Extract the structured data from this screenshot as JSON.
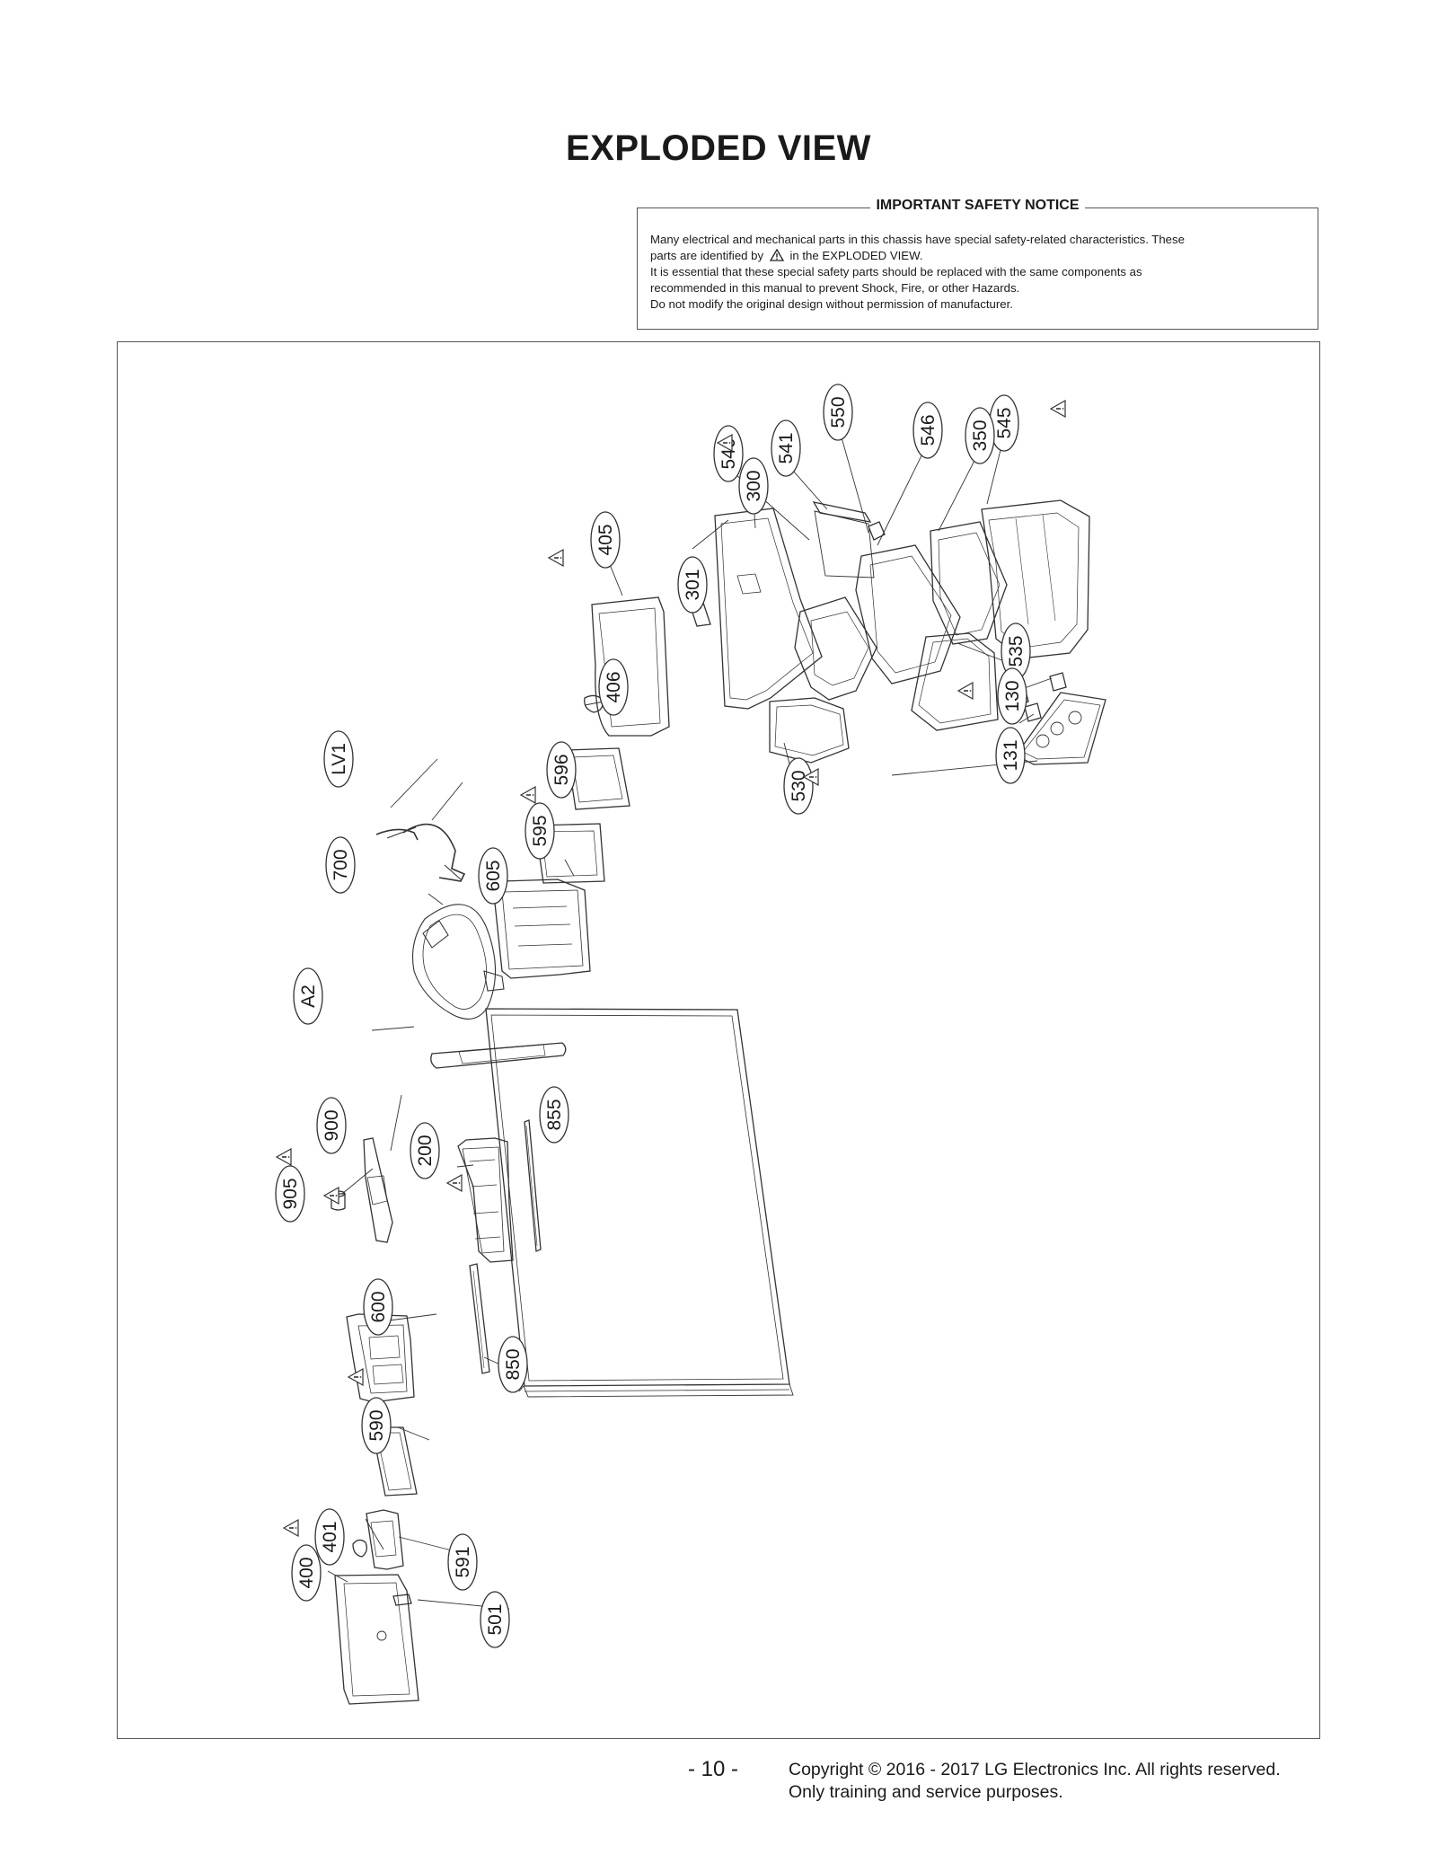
{
  "title": "EXPLODED VIEW",
  "notice": {
    "heading": "IMPORTANT SAFETY NOTICE",
    "line1": "Many electrical and mechanical parts in this chassis have special safety-related characteristics. These",
    "line2_pre": "parts are identified by",
    "line2_post": "in the EXPLODED VIEW.",
    "line3": "It is essential that these special safety parts should be replaced with the same components as",
    "line4": "recommended in this manual to prevent Shock, Fire, or other Hazards.",
    "line5": "Do not modify the original design without permission of manufacturer."
  },
  "part_labels": [
    "550",
    "541",
    "546",
    "545",
    "350",
    "540",
    "300",
    "405",
    "301",
    "406",
    "535",
    "130",
    "131",
    "530",
    "LV1",
    "596",
    "595",
    "700",
    "605",
    "A2",
    "855",
    "900",
    "200",
    "905",
    "600",
    "850",
    "590",
    "401",
    "400",
    "591",
    "501"
  ],
  "footer": {
    "page_number": "- 10 -",
    "copyright": "Copyright © 2016 - 2017 LG Electronics Inc. All rights reserved.",
    "note": "Only training and service purposes."
  }
}
